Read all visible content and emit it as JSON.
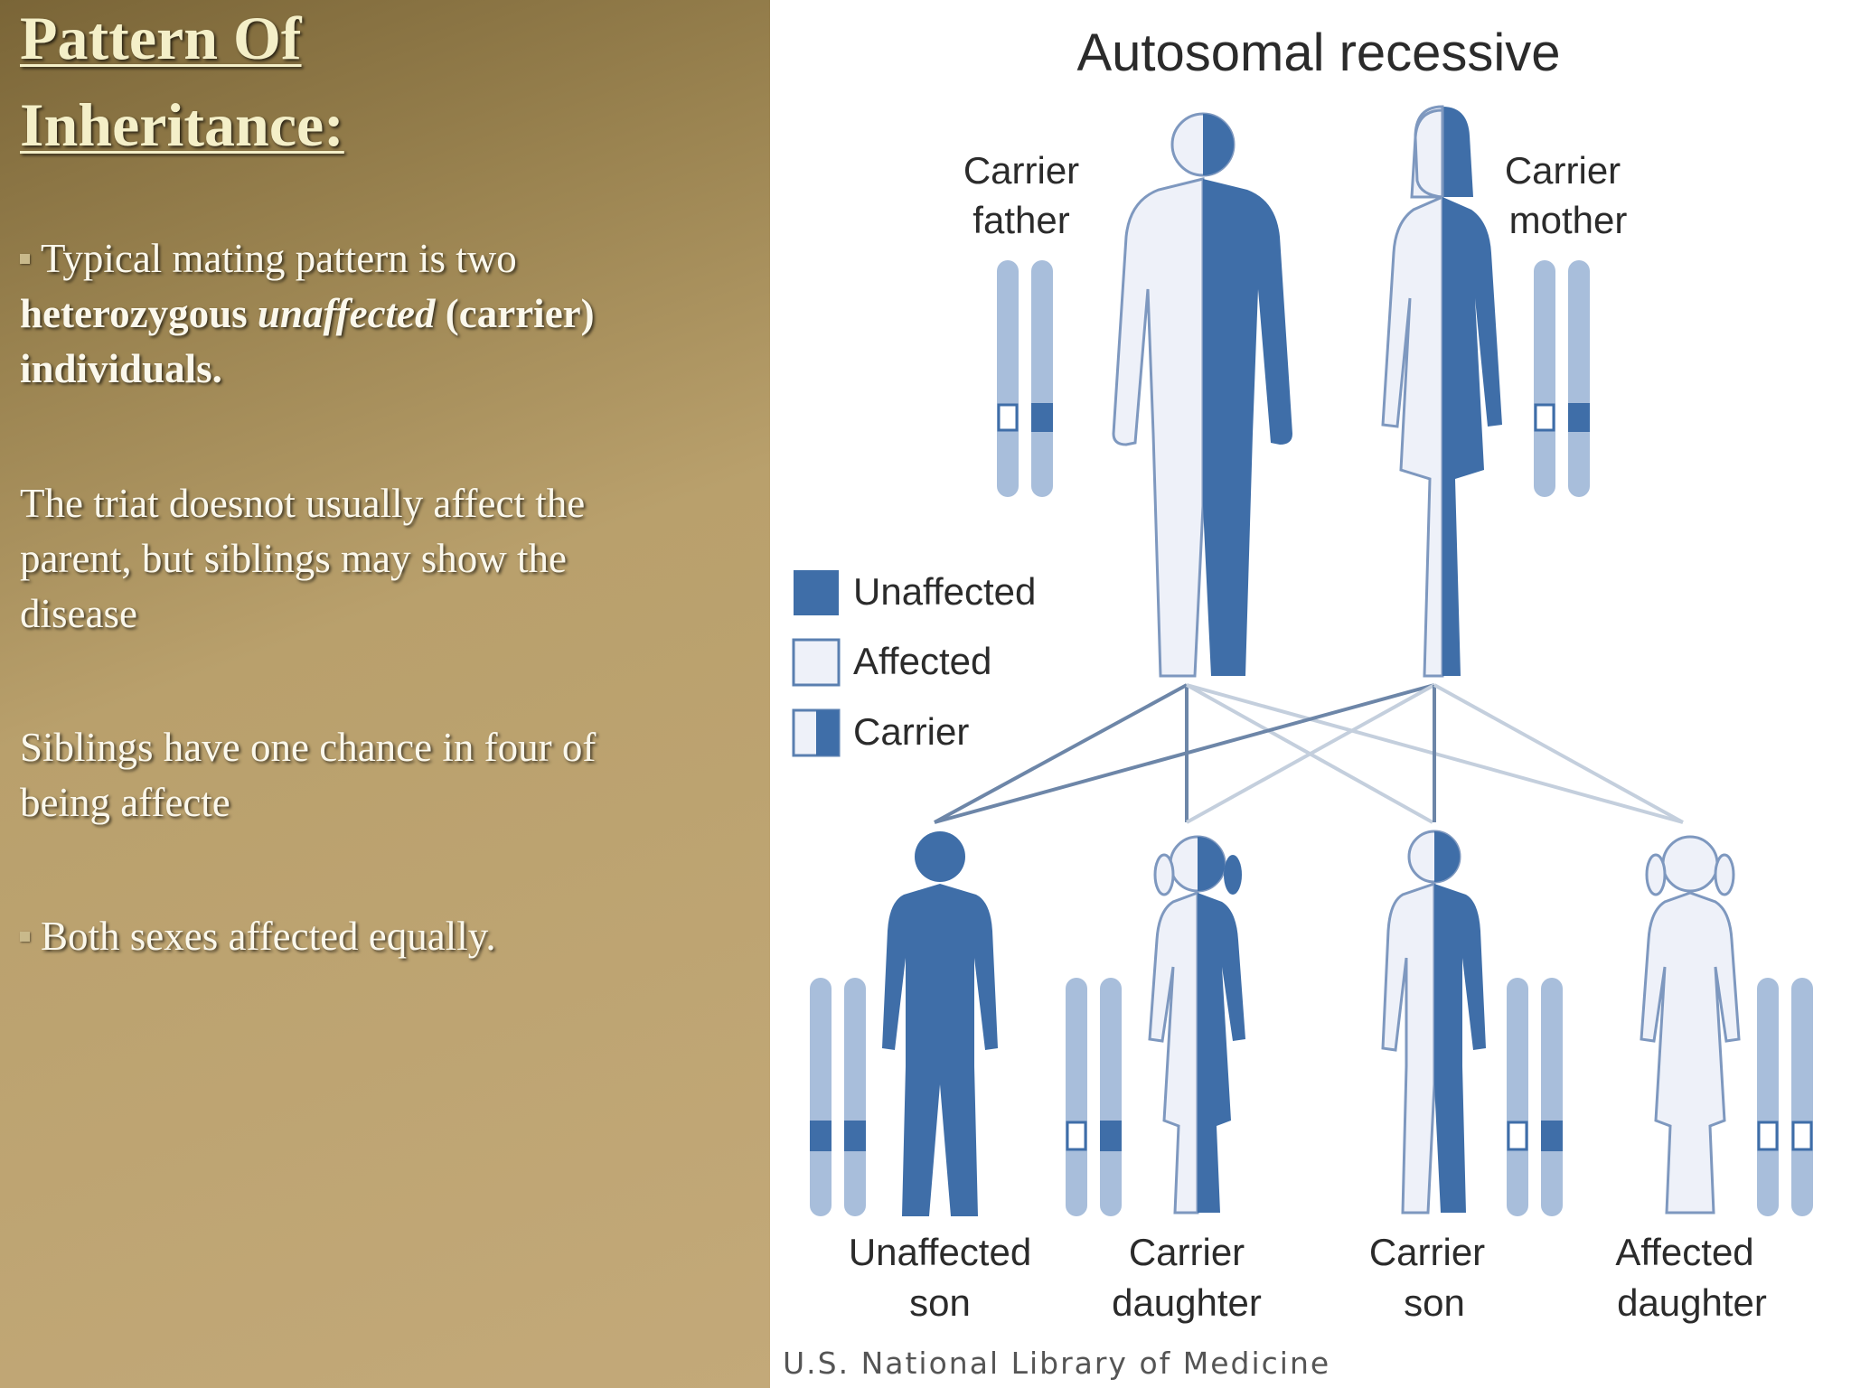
{
  "slide": {
    "title_line1": "Pattern Of",
    "title_line2": "Inheritance:",
    "para1": {
      "plain1": "Typical mating pattern is two",
      "bold1": "heterozygous",
      "bolditalic": "unaffected",
      "bold2": "(carrier)",
      "bold3": "individuals."
    },
    "para2": "The triat doesnot usually affect the parent, but siblings may show the disease",
    "para3": "Siblings have one chance in four of being affecte",
    "para4": "Both sexes affected equally."
  },
  "diagram": {
    "title": "Autosomal recessive",
    "parents": {
      "father": [
        "Carrier",
        "father"
      ],
      "mother": [
        "Carrier",
        "mother"
      ]
    },
    "legend": [
      "Unaffected",
      "Affected",
      "Carrier"
    ],
    "children": [
      [
        "Unaffected",
        "son"
      ],
      [
        "Carrier",
        "daughter"
      ],
      [
        "Carrier",
        "son"
      ],
      [
        "Affected",
        "daughter"
      ]
    ],
    "credit": "U.S. National Library of Medicine",
    "colors": {
      "dark": "#3f6ea8",
      "light": "#eef1f9",
      "outline": "#5a7fb0",
      "chromosome": "#a8bedb"
    }
  }
}
